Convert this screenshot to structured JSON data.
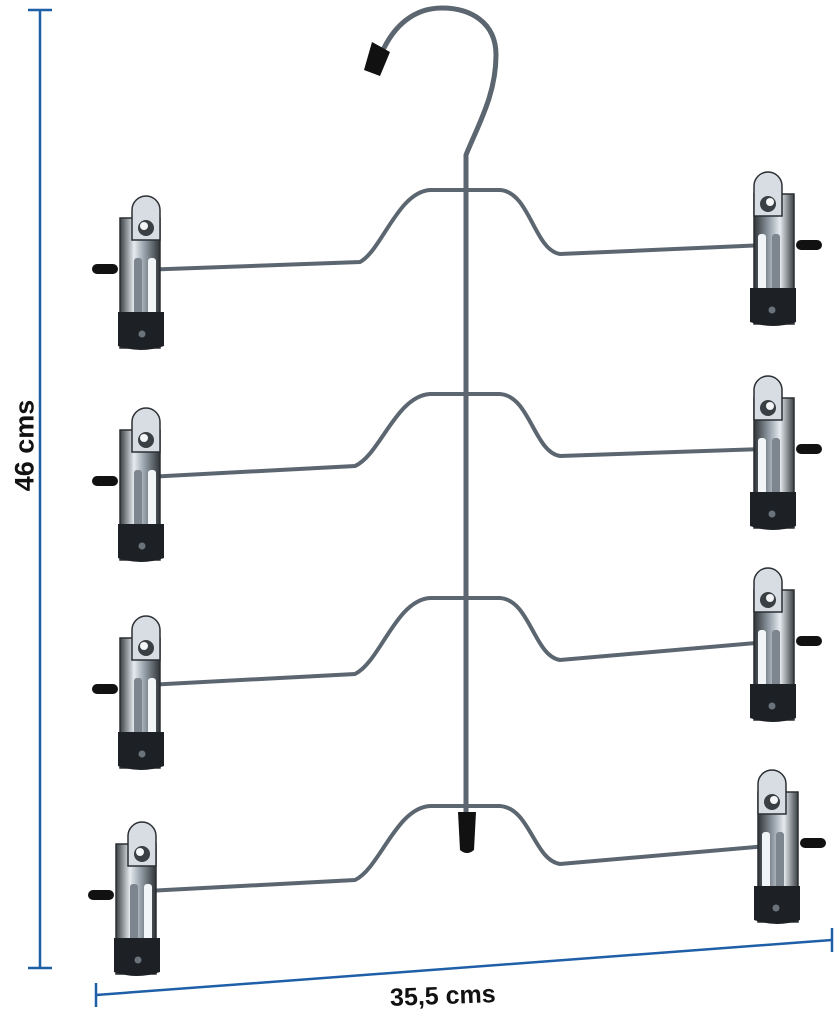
{
  "dimensions": {
    "height_label": "46 cms",
    "width_label": "35,5 cms"
  },
  "colors": {
    "dimension_line": "#1f5fa8",
    "wire": "#5c6670",
    "wire_highlight": "#c9d0d6",
    "clip_metal": "#b9c2ca",
    "clip_shadow": "#2b2f33",
    "rubber_tip": "#111111"
  },
  "hanger": {
    "tiers": 4,
    "clips_per_tier": 2
  }
}
